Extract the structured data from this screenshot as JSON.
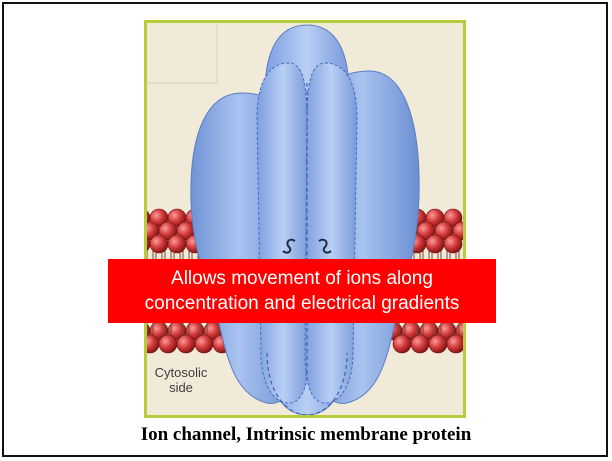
{
  "slide": {
    "caption": "Ion channel, Intrinsic membrane protein",
    "frame_color": "#111111"
  },
  "figure": {
    "border_color": "#b7cc3a",
    "background_color": "#f1ead9",
    "protein_color": "#8fb0e6",
    "lipid_head_color": "#d23a3a",
    "labels": {
      "cytosolic_line1": "Cytosolic",
      "cytosolic_line2": "side"
    }
  },
  "callout": {
    "line1": "Allows movement of ions along",
    "line2": "concentration and electrical gradients",
    "background_color": "#ff0000",
    "text_color": "#ffffff"
  }
}
